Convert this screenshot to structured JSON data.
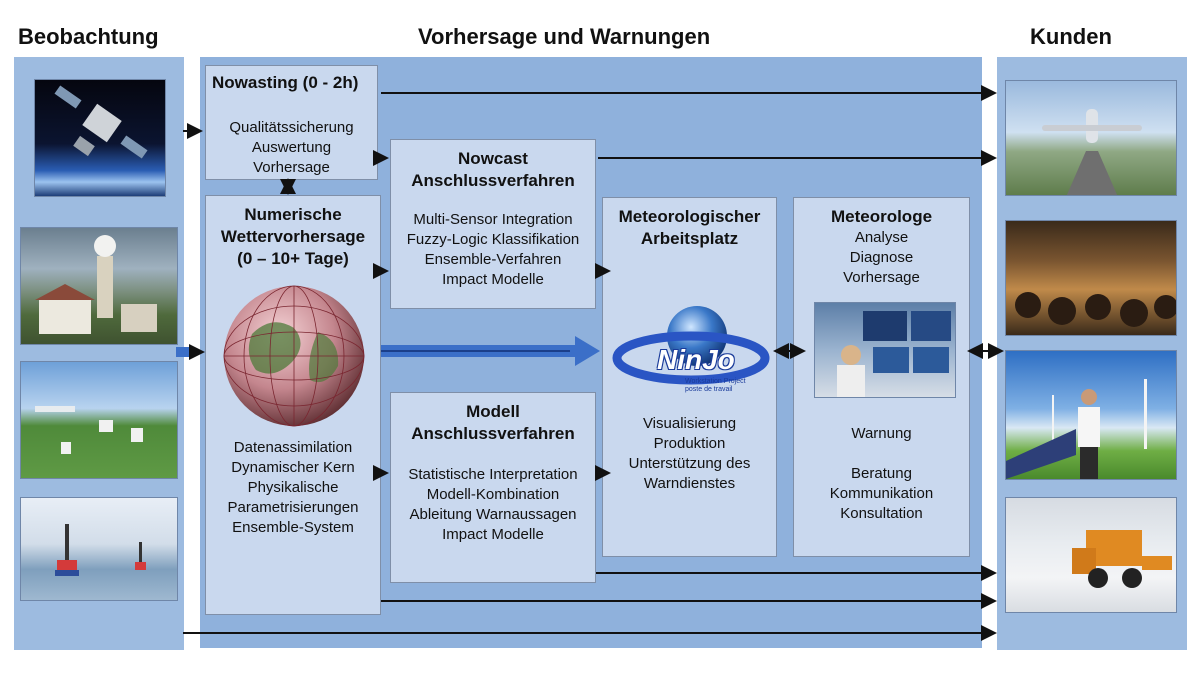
{
  "headers": {
    "left": "Beobachtung",
    "center": "Vorhersage  und Warnungen",
    "right": "Kunden"
  },
  "nowcasting": {
    "title": "Nowasting (0 - 2h)",
    "lines": [
      "Qualitätssicherung",
      "Auswertung",
      "Vorhersage"
    ]
  },
  "nwp": {
    "title_lines": [
      "Numerische",
      "Wettervorhersage",
      "(0 – 10+ Tage)"
    ],
    "lines": [
      "Datenassimilation",
      "Dynamischer Kern",
      "Physikalische",
      "Parametrisierungen",
      "Ensemble-System"
    ]
  },
  "nowcast_post": {
    "title_lines": [
      "Nowcast",
      "Anschlussverfahren"
    ],
    "lines": [
      "Multi-Sensor Integration",
      "Fuzzy-Logic Klassifikation",
      "Ensemble-Verfahren",
      "Impact Modelle"
    ]
  },
  "model_post": {
    "title_lines": [
      "Modell",
      "Anschlussverfahren"
    ],
    "lines": [
      "Statistische Interpretation",
      "Modell-Kombination",
      "Ableitung Warnaussagen",
      "Impact Modelle"
    ]
  },
  "workstation": {
    "title_lines": [
      "Meteorologischer",
      "Arbeitsplatz"
    ],
    "logo_text": "NinJo",
    "logo_subtitle": "Workstation Project",
    "logo_subtitle2": "poste de travail",
    "lines": [
      "Visualisierung",
      "Produktion",
      "Unterstützung des",
      "Warndienstes"
    ]
  },
  "meteorologist": {
    "title": "Meteorologe",
    "lines_top": [
      "Analyse",
      "Diagnose",
      "Vorhersage"
    ],
    "lines_bottom": [
      "Warnung",
      "",
      "Beratung",
      "Kommunikation",
      "Konsultation"
    ]
  },
  "observation_images": [
    "satellite-photo",
    "observatory-tower-photo",
    "weather-station-field-photo",
    "ocean-buoy-photo"
  ],
  "customer_images": [
    "airplane-runway-photo",
    "crowd-photo",
    "renewable-energy-photo",
    "snowplow-photo"
  ],
  "colors": {
    "panel": "#9dbbe0",
    "center_panel": "#8fb1dc",
    "box": "#c9d8ee",
    "arrow": "#111111",
    "big_arrow": "#3b6fc8"
  }
}
